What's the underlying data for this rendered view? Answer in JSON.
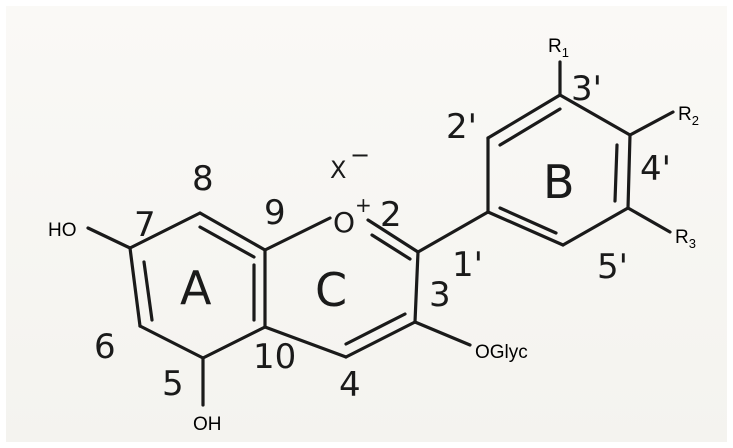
{
  "structure": {
    "counterion": "X",
    "counterion_charge": "−",
    "ring_oxygen": "O",
    "ring_oxygen_charge": "+",
    "substituents": {
      "ho_left": "HO",
      "oh_bottom": "OH",
      "oglyc": "OGlyc",
      "r1": "R",
      "r1_sub": "1",
      "r2": "R",
      "r2_sub": "2",
      "r3": "R",
      "r3_sub": "3"
    },
    "ring_labels": {
      "a": "A",
      "b": "B",
      "c": "C"
    },
    "position_numbers": {
      "n2": "2",
      "n3": "3",
      "n4": "4",
      "n5": "5",
      "n6": "6",
      "n7": "7",
      "n8": "8",
      "n9": "9",
      "n10": "10",
      "n1p": "1'",
      "n2p": "2'",
      "n3p": "3'",
      "n4p": "4'",
      "n5p": "5'"
    }
  }
}
